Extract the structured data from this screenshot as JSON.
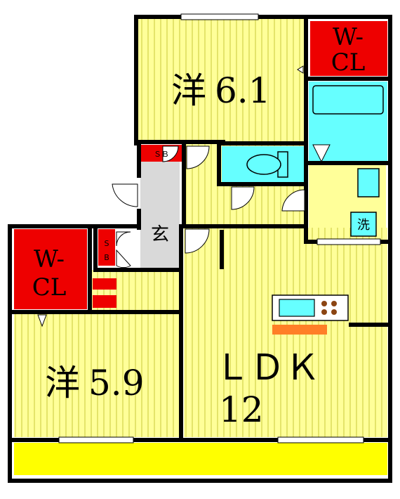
{
  "rooms": {
    "western_top": {
      "kanji": "洋",
      "size": "6.1"
    },
    "western_bottom": {
      "kanji": "洋",
      "size": "5.9"
    },
    "ldk": {
      "label": "ＬＤＫ",
      "size": "12"
    },
    "entrance": {
      "label": "玄"
    },
    "wcl_top": {
      "line1": "W-",
      "line2": "CL"
    },
    "wcl_left": {
      "line1": "W-",
      "line2": "CL"
    },
    "sb_top": {
      "label": "ＳＢ"
    },
    "sb_left": {
      "line1": "S",
      "line2": "B"
    },
    "laundry": {
      "label": "洗"
    }
  },
  "colors": {
    "room_yellow": "#ffff99",
    "stripe": "#c8c83c",
    "closet_red": "#ee0000",
    "bath_cyan": "#66ffff",
    "entrance_gray": "#d9d9d9",
    "balcony_yellow": "#ffff00",
    "counter_orange": "#ff7f27",
    "wall": "#000000"
  }
}
